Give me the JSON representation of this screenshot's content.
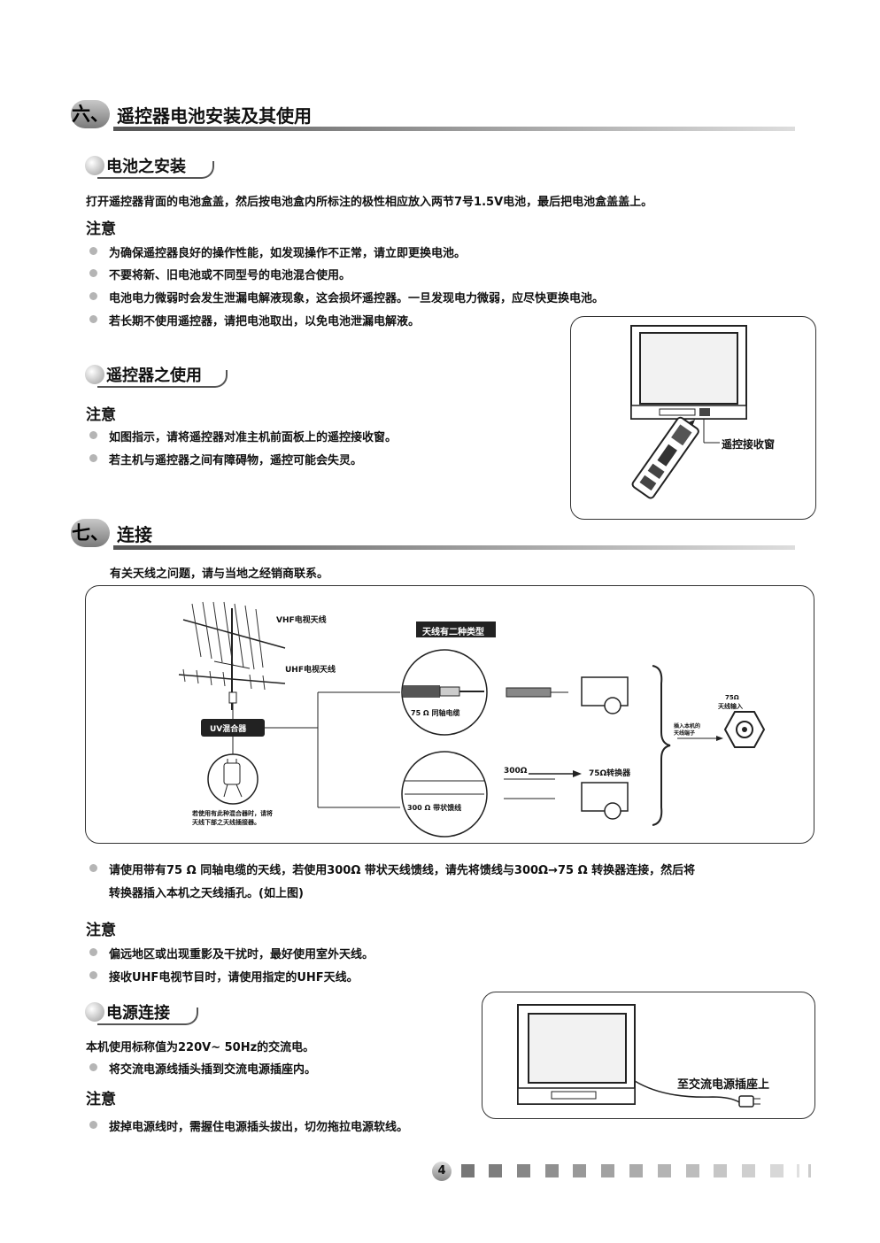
{
  "section6": {
    "number": "六、",
    "title": "遥控器电池安装及其使用",
    "battery": {
      "heading": "电池之安装",
      "text": "打开遥控器背面的电池盒盖，然后按电池盒内所标注的极性相应放入两节7号1.5V电池，最后把电池盒盖盖上。",
      "note_title": "注意",
      "notes": [
        "为确保遥控器良好的操作性能，如发现操作不正常，请立即更换电池。",
        "不要将新、旧电池或不同型号的电池混合使用。",
        "电池电力微弱时会发生泄漏电解液现象，这会损坏遥控器。一旦发现电力微弱，应尽快更换电池。",
        "若长期不使用遥控器，请把电池取出，以免电池泄漏电解液。"
      ]
    },
    "remote": {
      "heading": "遥控器之使用",
      "note_title": "注意",
      "notes": [
        "如图指示，请将遥控器对准主机前面板上的遥控接收窗。",
        "若主机与遥控器之间有障碍物，遥控可能会失灵。"
      ],
      "figure_label": "遥控接收窗"
    }
  },
  "section7": {
    "number": "七、",
    "title": "连接",
    "intro": "有关天线之问题，请与当地之经销商联系。",
    "diagram": {
      "vhf_label": "VHF电视天线",
      "uhf_label": "UHF电视天线",
      "mixer_label": "UV混合器",
      "mixer_note_1": "若使用有此种混合器时，请将",
      "mixer_note_2": "天线下部之天线插接器。",
      "choice_label": "天线有二种类型",
      "coax_label": "75 Ω 同轴电缆",
      "flat_label": "300 Ω 带状馈线",
      "conv_from": "300Ω",
      "conv_to": "75Ω转换器",
      "input_label_1": "75Ω",
      "input_label_2": "天线输入",
      "plug_label_1": "插入本机的",
      "plug_label_2": "天线端子"
    },
    "usage_line1": "请使用带有75 Ω 同轴电缆的天线，若使用300Ω 带状天线馈线，请先将馈线与300Ω→75 Ω 转换器连接，然后将",
    "usage_line2": "转换器插入本机之天线插孔。(如上图)",
    "note_title": "注意",
    "notes": [
      "偏远地区或出现重影及干扰时，最好使用室外天线。",
      "接收UHF电视节目时，请使用指定的UHF天线。"
    ],
    "power": {
      "heading": "电源连接",
      "text": "本机使用标称值为220V~ 50Hz的交流电。",
      "bullet": "将交流电源线插头插到交流电源插座内。",
      "note_title": "注意",
      "notes": [
        "拔掉电源线时，需握住电源插头拔出，切勿拖拉电源软线。"
      ],
      "figure_label": "至交流电源插座上"
    }
  },
  "footer": {
    "page_number": "4"
  }
}
